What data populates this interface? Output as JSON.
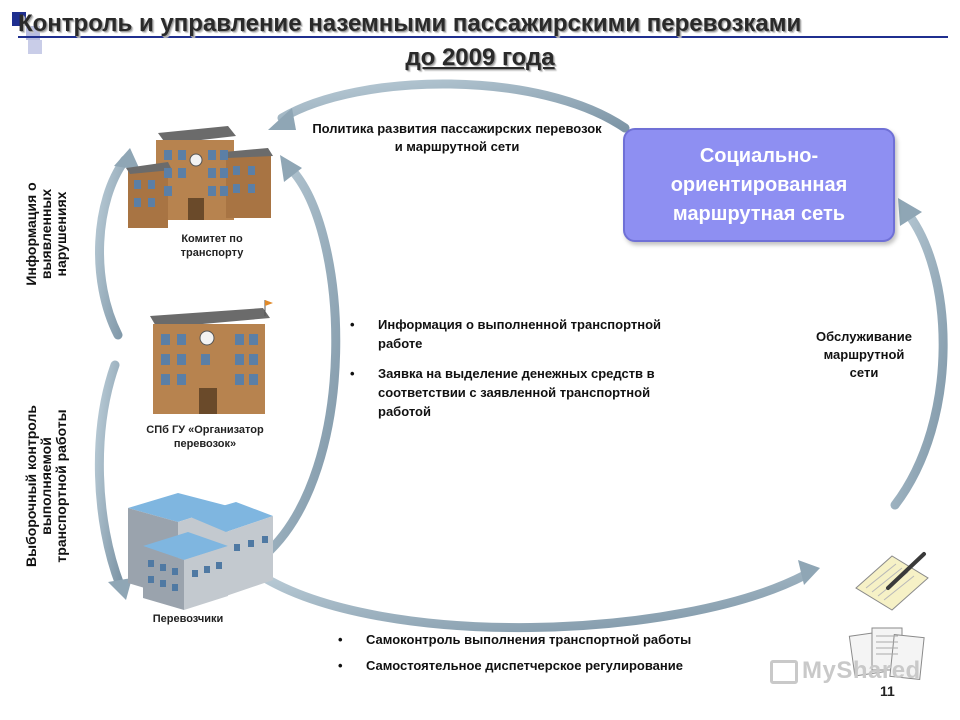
{
  "title": {
    "line1": "Контроль и управление наземными пассажирскими перевозками",
    "line2": "до 2009 года"
  },
  "nodes": {
    "committee": "Комитет по транспорту",
    "organizer": "СПб ГУ «Организатор перевозок»",
    "carriers": "Перевозчики",
    "social_network": "Социально-ориентированная маршрутная сеть"
  },
  "arrows": {
    "policy": "Политика  развития пассажирских перевозок и маршрутной сети",
    "violations_info": "Информация о выявленных нарушениях",
    "selective_control": "Выборочный контроль выполняемой транспортной работы",
    "route_service": "Обслуживание маршрутной сети"
  },
  "middle_bullets": [
    "Информация о выполненной транспортной работе",
    "Заявка на выделение денежных средств в соответствии с заявленной транспортной работой"
  ],
  "bottom_bullets": [
    "Самоконтроль выполнения транспортной работы",
    "Самостоятельное диспетчерское регулирование"
  ],
  "bullet_char": "•",
  "page_number": "11",
  "watermark": "MyShared",
  "colors": {
    "box_fill": "#8e8ff2",
    "arrow": "#8fa6b5",
    "deco_blue": "#1f2f8f"
  }
}
